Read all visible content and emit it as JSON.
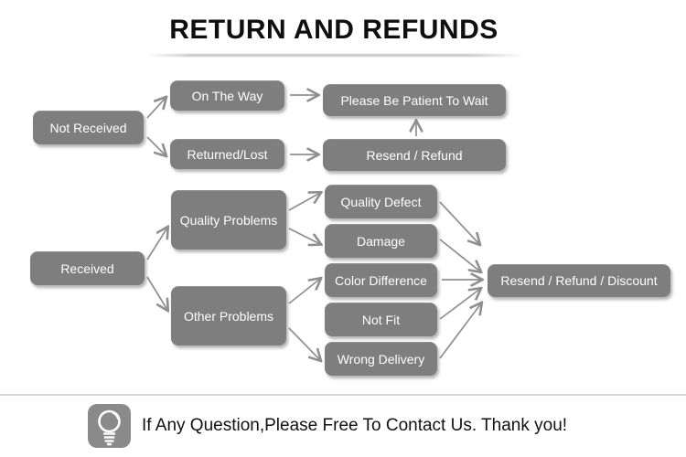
{
  "title": "RETURN AND REFUNDS",
  "nodes": {
    "not_received": {
      "label": "Not Received"
    },
    "on_the_way": {
      "label": "On The Way"
    },
    "returned_lost": {
      "label": "Returned/Lost"
    },
    "patient_wait": {
      "label": "Please Be Patient To Wait"
    },
    "resend_refund": {
      "label": "Resend / Refund"
    },
    "received": {
      "label": "Received"
    },
    "quality_problems": {
      "label": "Quality Problems"
    },
    "other_problems": {
      "label": "Other Problems"
    },
    "quality_defect": {
      "label": "Quality Defect"
    },
    "damage": {
      "label": "Damage"
    },
    "color_difference": {
      "label": "Color Difference"
    },
    "not_fit": {
      "label": "Not Fit"
    },
    "wrong_delivery": {
      "label": "Wrong Delivery"
    },
    "resend_refund_discount": {
      "label": "Resend / Refund / Discount"
    }
  },
  "edges": [
    {
      "from": "not_received",
      "to": "on_the_way"
    },
    {
      "from": "not_received",
      "to": "returned_lost"
    },
    {
      "from": "on_the_way",
      "to": "patient_wait"
    },
    {
      "from": "returned_lost",
      "to": "resend_refund"
    },
    {
      "from": "resend_refund",
      "to": "patient_wait"
    },
    {
      "from": "received",
      "to": "quality_problems"
    },
    {
      "from": "received",
      "to": "other_problems"
    },
    {
      "from": "quality_problems",
      "to": "quality_defect"
    },
    {
      "from": "quality_problems",
      "to": "damage"
    },
    {
      "from": "other_problems",
      "to": "color_difference"
    },
    {
      "from": "other_problems",
      "to": "wrong_delivery"
    },
    {
      "from": "quality_defect",
      "to": "resend_refund_discount"
    },
    {
      "from": "damage",
      "to": "resend_refund_discount"
    },
    {
      "from": "color_difference",
      "to": "resend_refund_discount"
    },
    {
      "from": "not_fit",
      "to": "resend_refund_discount"
    },
    {
      "from": "wrong_delivery",
      "to": "resend_refund_discount"
    }
  ],
  "footer": {
    "message": "If Any Question,Please Free To Contact Us. Thank you!",
    "icon": "lightbulb-icon"
  },
  "colors": {
    "box_fill": "#7e7e7e",
    "box_text": "#ffffff",
    "arrow": "#8f8f8f",
    "title_text": "#0f0f0f",
    "footer_text": "#111111",
    "icon_bg": "#8a8a8a",
    "divider": "#d6d6d6"
  }
}
